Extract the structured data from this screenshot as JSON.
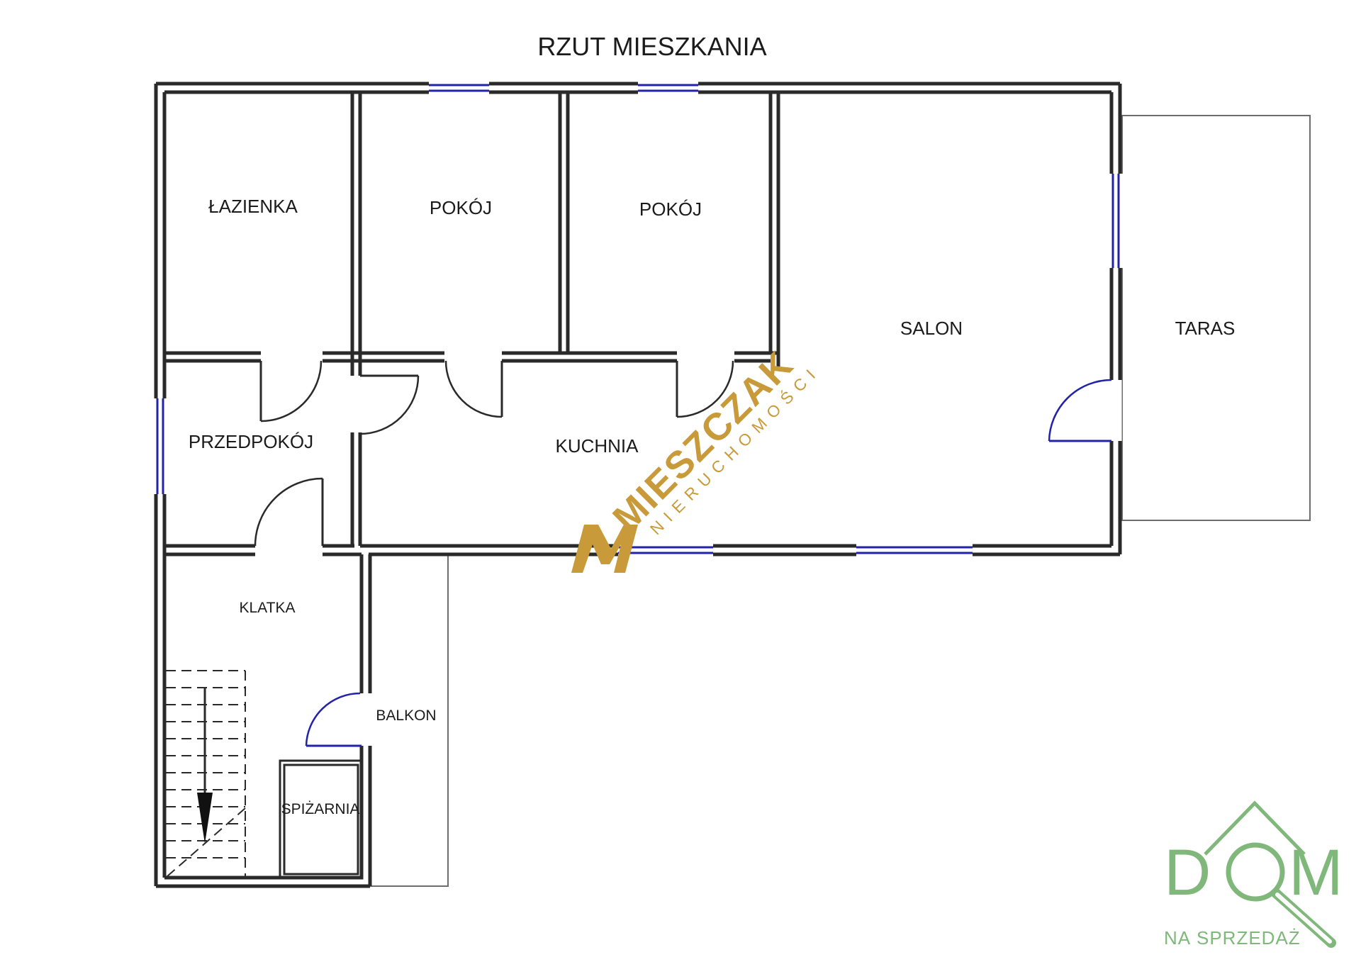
{
  "title": "RZUT MIESZKANIA",
  "rooms": {
    "lazienka": "ŁAZIENKA",
    "pokoj1": "POKÓJ",
    "pokoj2": "POKÓJ",
    "salon": "SALON",
    "taras": "TARAS",
    "przedpokoj": "PRZEDPOKÓJ",
    "kuchnia": "KUCHNIA",
    "klatka": "KLATKA",
    "balkon": "BALKON",
    "spizarnia": "SPIŻARNIA"
  },
  "watermark": {
    "brand": "MIESZCZAK",
    "sub": "NIERUCHOMOŚCI",
    "color": "#c99a3a"
  },
  "logo": {
    "text_left": "D",
    "text_right": "M",
    "sub_na": "NA",
    "sub_rest": "SPRZEDAŻ",
    "color": "#7fb87a"
  },
  "colors": {
    "wall": "#2a2a2a",
    "window": "#2323a8"
  }
}
